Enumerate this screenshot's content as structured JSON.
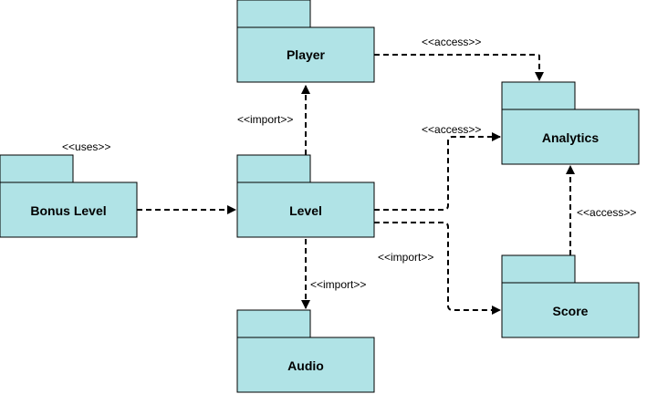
{
  "colors": {
    "package_fill": "#b0e3e6",
    "stroke": "#000000",
    "background": "#ffffff"
  },
  "packages": {
    "player": {
      "name": "Player"
    },
    "analytics": {
      "name": "Analytics"
    },
    "bonus": {
      "name": "Bonus Level"
    },
    "level": {
      "name": "Level"
    },
    "score": {
      "name": "Score"
    },
    "audio": {
      "name": "Audio"
    }
  },
  "relations": {
    "level_player": {
      "label": "<<import>>"
    },
    "player_analytics": {
      "label": "<<access>>"
    },
    "level_analytics": {
      "label": "<<access>>"
    },
    "bonus_level": {
      "label": "<<uses>>"
    },
    "level_score": {
      "label": "<<import>>"
    },
    "level_audio": {
      "label": "<<import>>"
    },
    "score_analytics": {
      "label": "<<access>>"
    }
  }
}
